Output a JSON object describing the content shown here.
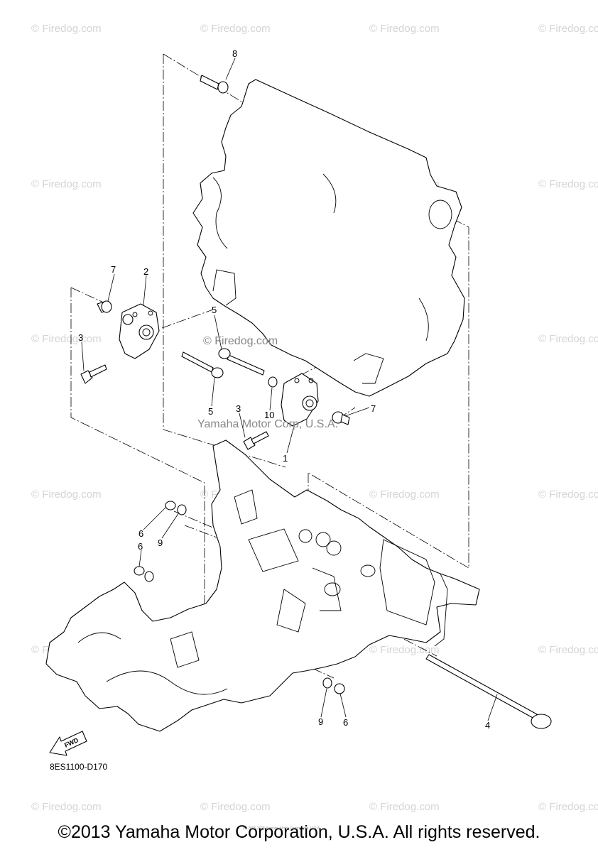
{
  "watermark": "© Firedog.com",
  "overlay_firedog": "© Firedog.com",
  "overlay_yamaha": "Yamaha Motor Corp, U.S.A.",
  "callouts": {
    "c1": "1",
    "c2": "2",
    "c3a": "3",
    "c3b": "3",
    "c4": "4",
    "c5a": "5",
    "c5b": "5",
    "c6a": "6",
    "c6b": "6",
    "c6c": "6",
    "c7a": "7",
    "c7b": "7",
    "c8": "8",
    "c9a": "9",
    "c9b": "9",
    "c10": "10"
  },
  "fwd_label": "FWD",
  "diagram_code": "8ES1100-D170",
  "tiny_print": "(c) 2005-2015 Yamaha Motor Corporation, U.S.A.",
  "copyright": "©2013 Yamaha Motor Corporation, U.S.A. All rights reserved."
}
